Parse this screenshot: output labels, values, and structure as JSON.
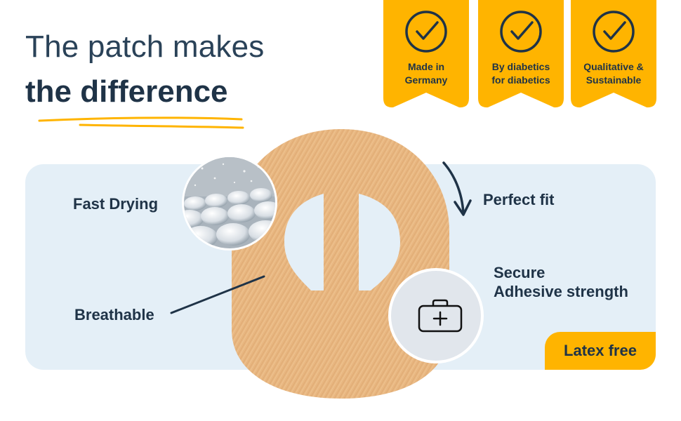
{
  "headline": {
    "line1": "The patch makes",
    "line2": "the difference"
  },
  "badges": [
    {
      "text": "Made in\nGermany",
      "icon": "check-circle-icon"
    },
    {
      "text": "By diabetics\nfor diabetics",
      "icon": "check-circle-icon"
    },
    {
      "text": "Qualitative &\nSustainable",
      "icon": "check-circle-icon"
    }
  ],
  "features": {
    "fast_drying": "Fast Drying",
    "breathable": "Breathable",
    "perfect_fit": "Perfect fit",
    "secure_line1": "Secure",
    "secure_line2": "Adhesive strength",
    "latex_free": "Latex free"
  },
  "colors": {
    "accent": "#ffb400",
    "text": "#1f3347",
    "panel": "#e4eff7",
    "patch": "#e8b680"
  }
}
